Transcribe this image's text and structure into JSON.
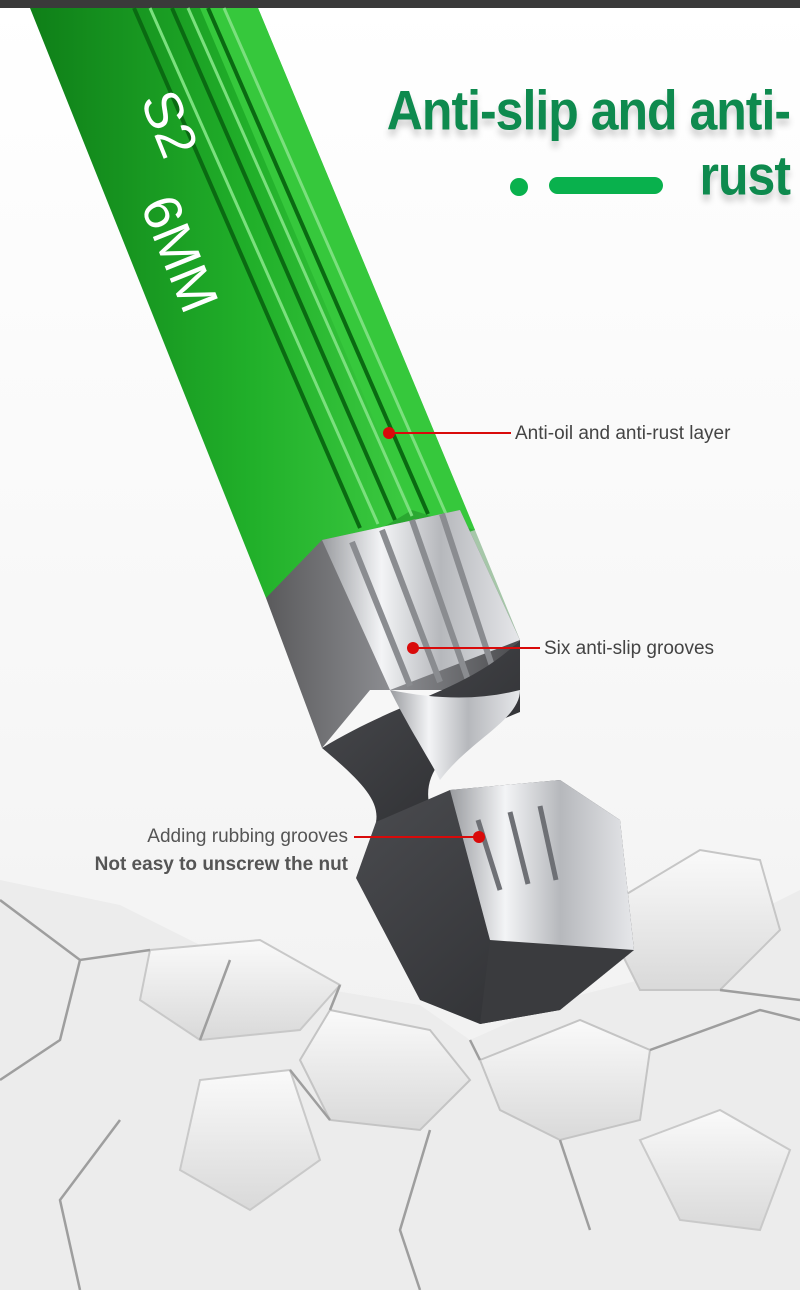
{
  "headline": "Anti-slip and anti-rust",
  "shaft_markings": {
    "grade": "S2",
    "size": "6MM"
  },
  "callouts": {
    "oil_layer": "Anti-oil and anti-rust layer",
    "slip_grooves": "Six anti-slip grooves",
    "rubbing_line1": "Adding rubbing grooves",
    "rubbing_line2": "Not easy to unscrew the nut"
  },
  "colors": {
    "brand_green": "#0e8a4e",
    "shaft_green": "#1fae2a",
    "accent_green": "#09b14d",
    "callout_red": "#d90a0a"
  }
}
